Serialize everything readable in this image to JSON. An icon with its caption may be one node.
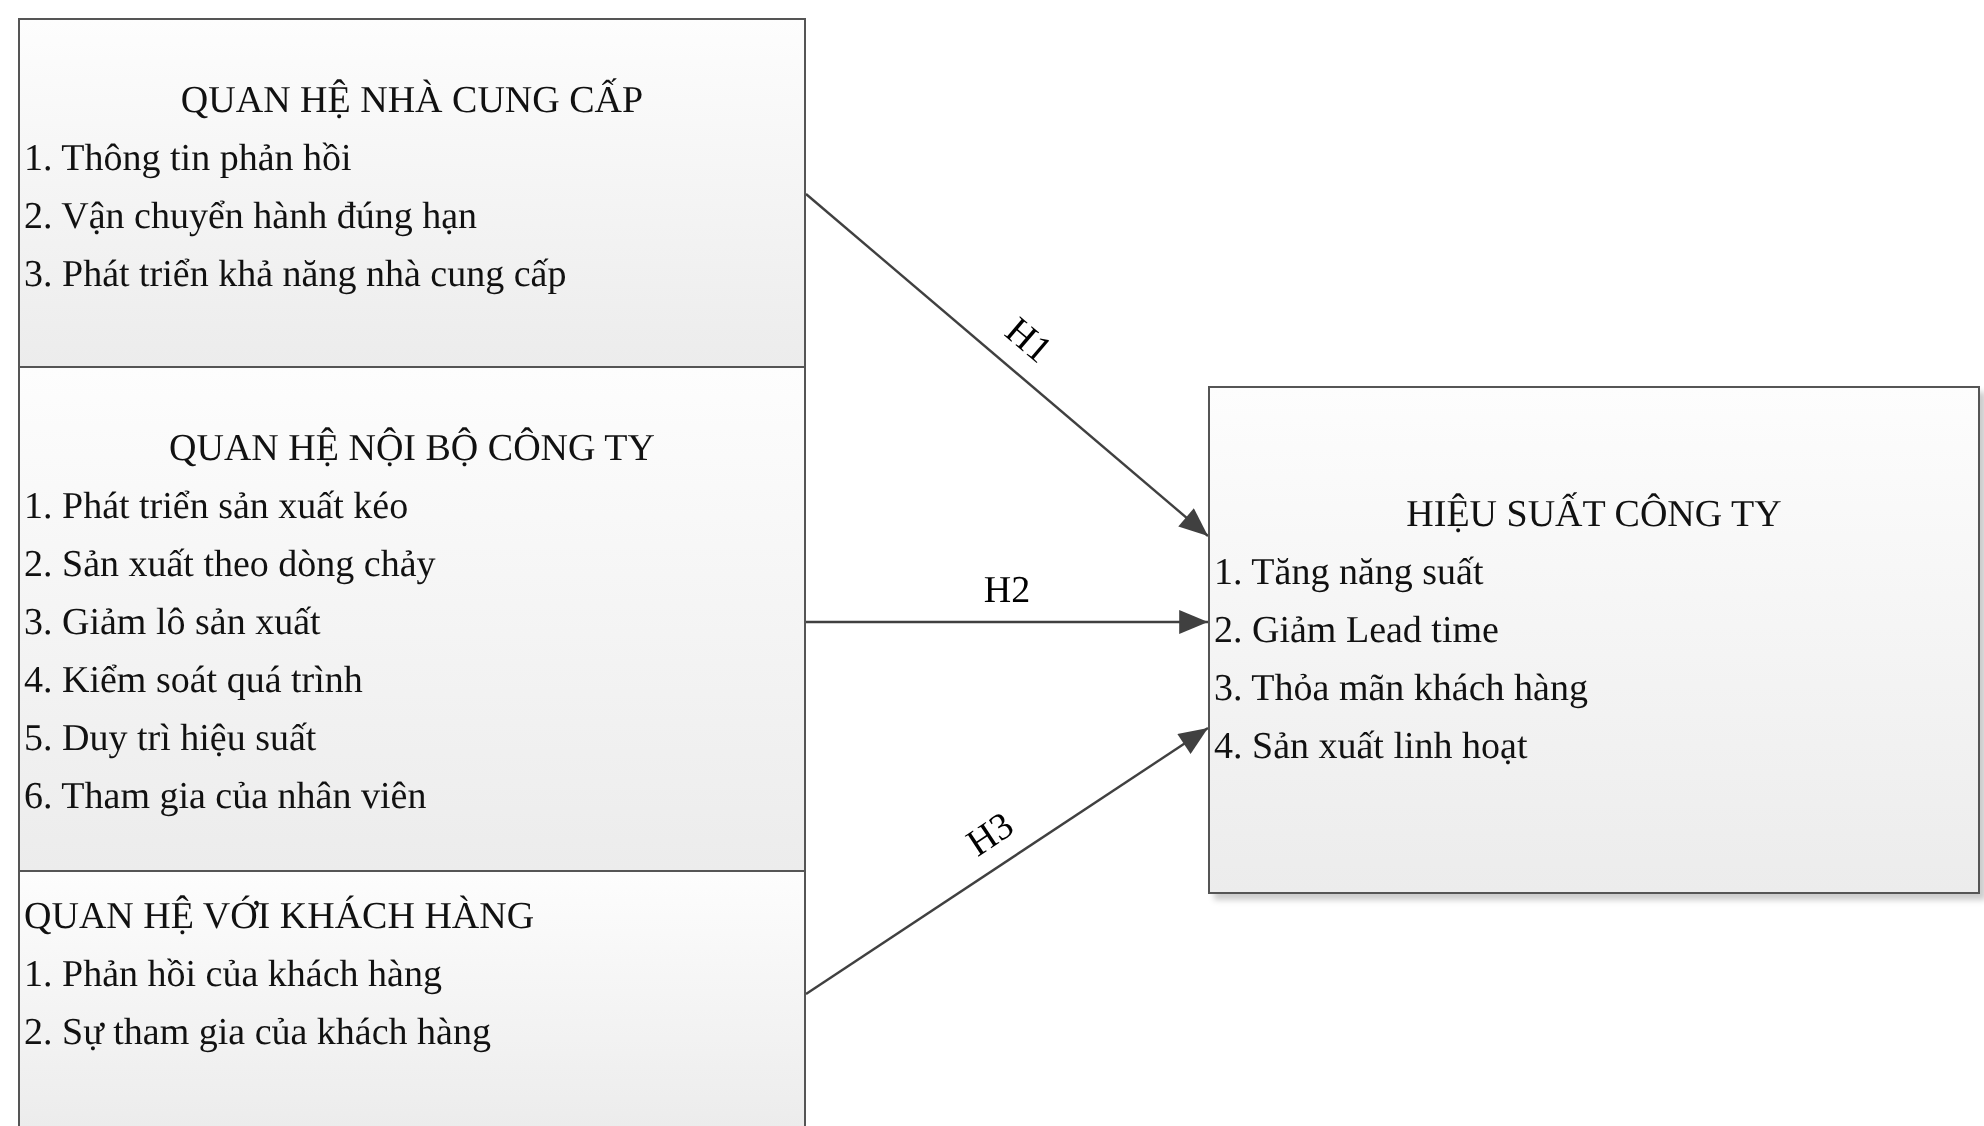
{
  "diagram": {
    "nodes": [
      {
        "text": [
          "QUAN HỆ NHÀ CUNG CẤP",
          "1. Thông tin phản hồi",
          "2. Vận chuyển hành đúng hạn",
          "3. Phát triển khả năng nhà cung cấp"
        ]
      },
      {
        "text": [
          "QUAN HỆ NỘI BỘ CÔNG TY",
          "1. Phát triển sản xuất kéo",
          "2. Sản xuất theo dòng chảy",
          "3. Giảm lô sản xuất",
          "4. Kiểm soát quá trình",
          "5. Duy trì hiệu suất",
          "6. Tham gia của nhân viên"
        ]
      },
      {
        "text": [
          "QUAN HỆ VỚI KHÁCH HÀNG",
          "1. Phản hồi của khách hàng",
          "2. Sự tham gia của khách hàng"
        ]
      },
      {
        "text": [
          "HIỆU SUẤT CÔNG TY",
          "1. Tăng năng suất",
          "2. Giảm Lead time",
          "3. Thỏa mãn khách hàng",
          "4. Sản xuất linh hoạt"
        ]
      }
    ],
    "edges": [
      {
        "from": 0,
        "to": 3,
        "arrow": "to",
        "label": "H1"
      },
      {
        "from": 1,
        "to": 3,
        "arrow": "to",
        "label": "H2"
      },
      {
        "from": 2,
        "to": 3,
        "arrow": "to",
        "label": "H3"
      }
    ]
  }
}
